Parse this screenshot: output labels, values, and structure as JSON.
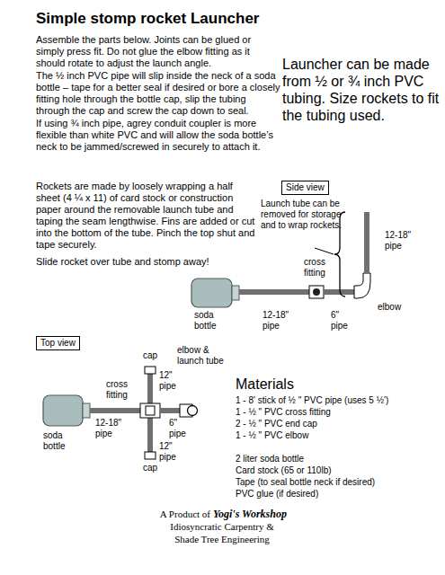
{
  "diagram": {
    "title": "Simple stomp rocket Launcher",
    "nodes": [
      {
        "text": [
          "Side view"
        ]
      },
      {
        "text": [
          "Top view"
        ]
      }
    ],
    "edges": [],
    "labels": [
      "Assemble the parts below. Joints can be glued or simply press fit. Do not glue the elbow fitting as it should rotate to adjust the launch angle.",
      "The ½ inch PVC pipe will slip inside the neck of a soda bottle – tape for a better seal if desired or bore a closely fitting hole through the bottle cap, slip the tubing through the cap and screw the cap down to seal.",
      "If using ¾ inch pipe, agrey conduit coupler is more flexible than white PVC and will allow the soda bottle’s neck to be jammed/screwed in securely to attach it.",
      "Launcher can be made from ½ or ¾ inch PVC tubing. Size rockets to fit the tubing used.",
      "Rockets are made by loosely wrapping a half sheet (4 ¼ x 11) of card stock or construction paper around the removable launch tube and taping the seam lengthwise. Fins are added or cut into the bottom of the tube. Pinch the top shut and tape securely.",
      "Slide rocket over tube and stomp away!",
      "Launch tube can be removed for storage and to wrap rockets.",
      "12-18\" pipe",
      "cross fitting",
      "soda bottle",
      "12-18\" pipe",
      "6\" pipe",
      "elbow",
      "cap",
      "elbow & launch tube",
      "cross fitting",
      "12\" pipe",
      "Materials",
      "1 - 8' stick of ½ \" PVC pipe (uses 5 ½')",
      "1 - ½ \" PVC cross fitting",
      "2 - ½ \" PVC end cap",
      "1 - ½ \" PVC elbow",
      "2 liter soda bottle",
      "Card stock (65 or 110lb)",
      "Tape (to seal bottle neck if desired)",
      "PVC glue (if desired)",
      "soda bottle",
      "12-18\" pipe",
      "6\" pipe",
      "12\" pipe",
      "cap",
      "A Product of",
      "Yogi's Workshop",
      "Idiosyncratic Carpentry &",
      "Shade Tree Engineering"
    ]
  }
}
